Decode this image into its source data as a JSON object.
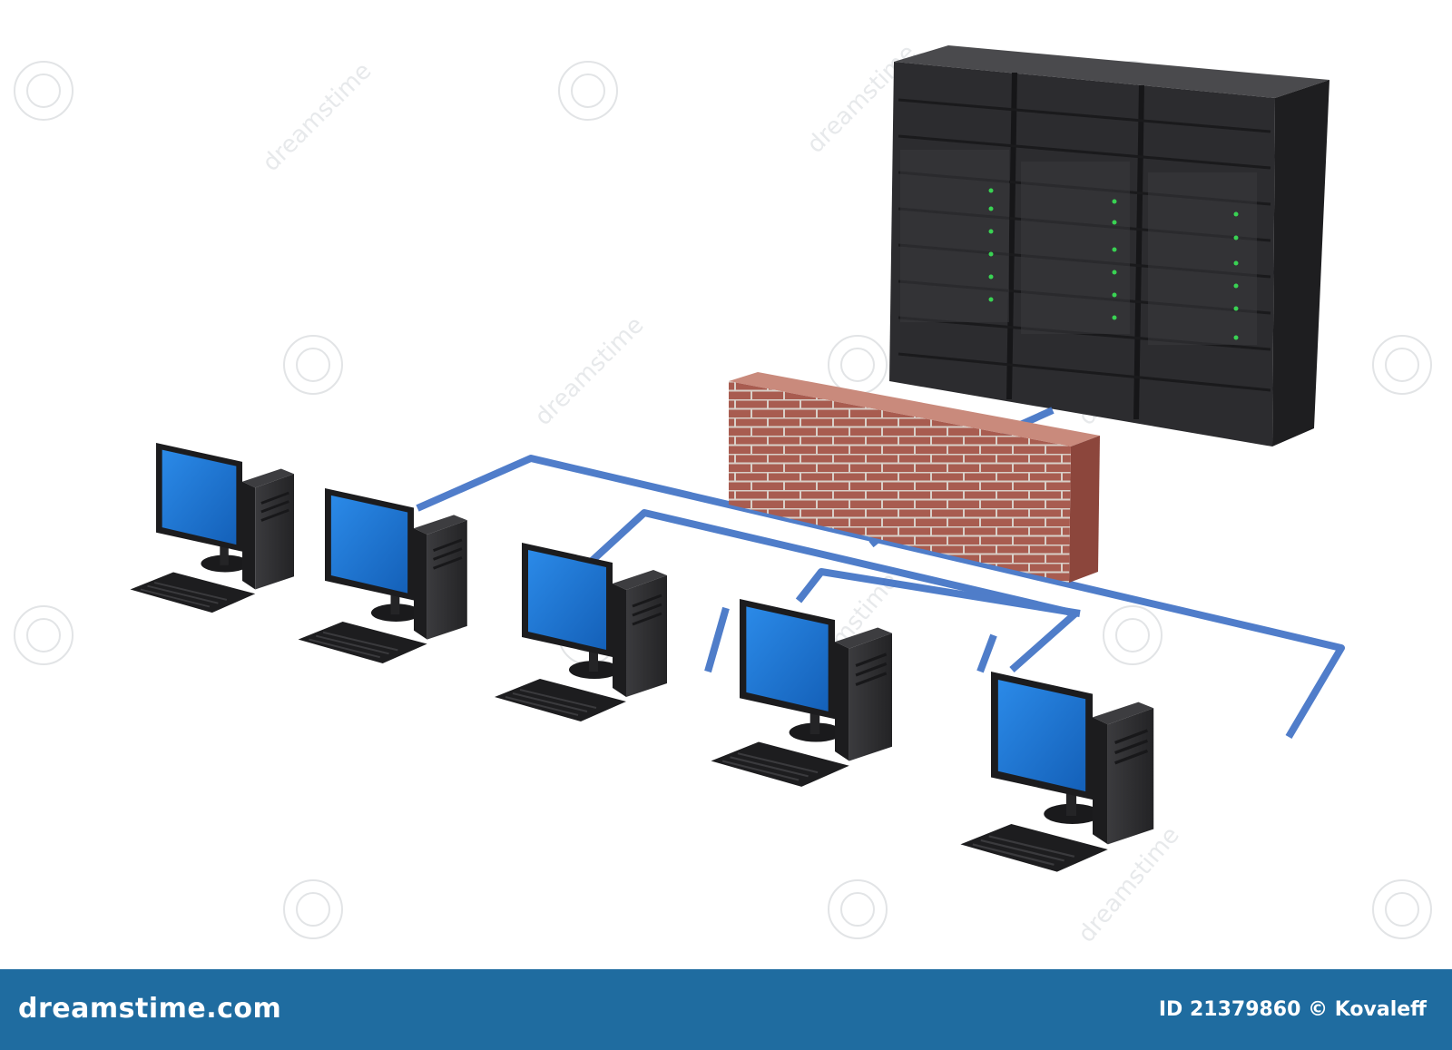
{
  "scene": {
    "icons": [
      "server-rack-icon",
      "firewall-icon",
      "desktop-computer-icon",
      "monitor-icon",
      "keyboard-icon",
      "network-cable-icon",
      "watermark-icon"
    ],
    "colors": {
      "background": "#ffffff",
      "cable": "#3d6fc4",
      "screen": "#1a73d4",
      "hardware": "#2e2e30",
      "brick": "#a85c50",
      "footer": "#1f6ca0",
      "server_led": "#39d353"
    },
    "watermark_text": "dreamstime"
  },
  "footer": {
    "brand": "dreamstime.com",
    "id_text": "ID 21379860 © Kovaleff"
  }
}
